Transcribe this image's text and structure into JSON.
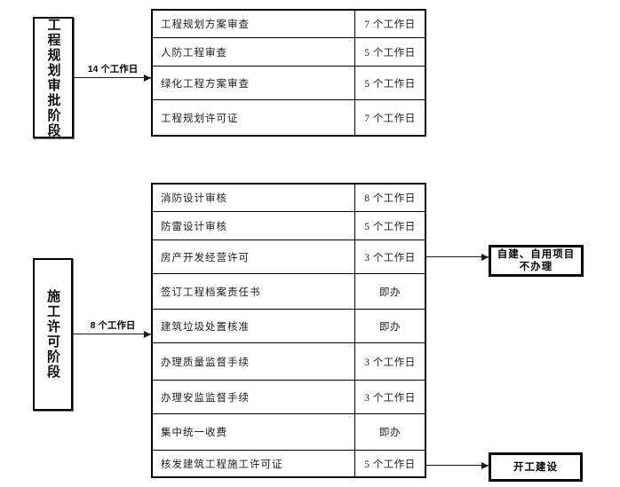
{
  "stage1": {
    "label": "工程规划审批阶段",
    "arrow_label": "14 个工作日",
    "table": {
      "rows": [
        {
          "item": "工程规划方案审查",
          "duration": "7 个工作日"
        },
        {
          "item": "人防工程审查",
          "duration": "5 个工作日"
        },
        {
          "item": "绿化工程方案审查",
          "duration": "5 个工作日"
        },
        {
          "item": "工程规划许可证",
          "duration": "7 个工作日"
        }
      ]
    }
  },
  "stage2": {
    "label": "施工许可阶段",
    "arrow_label": "8 个工作日",
    "table": {
      "rows": [
        {
          "item": "消防设计审核",
          "duration": "8 个工作日"
        },
        {
          "item": "防雷设计审核",
          "duration": "5 个工作日"
        },
        {
          "item": "房产开发经营许可",
          "duration": "3 个工作日"
        },
        {
          "item": "签订工程档案责任书",
          "duration": "即办"
        },
        {
          "item": "建筑垃圾处置核准",
          "duration": "即办"
        },
        {
          "item": "办理质量监督手续",
          "duration": "3 个工作日"
        },
        {
          "item": "办理安监监督手续",
          "duration": "3 个工作日"
        },
        {
          "item": "集中统一收费",
          "duration": "即办"
        },
        {
          "item": "核发建筑工程施工许可证",
          "duration": "5 个工作日"
        }
      ]
    }
  },
  "callouts": {
    "self_build_line1": "自建、自用项目",
    "self_build_line2": "不办理",
    "start_construction": "开工建设"
  },
  "colors": {
    "background": "#ffffff",
    "line": "#000000",
    "text": "#1c1c1c"
  }
}
